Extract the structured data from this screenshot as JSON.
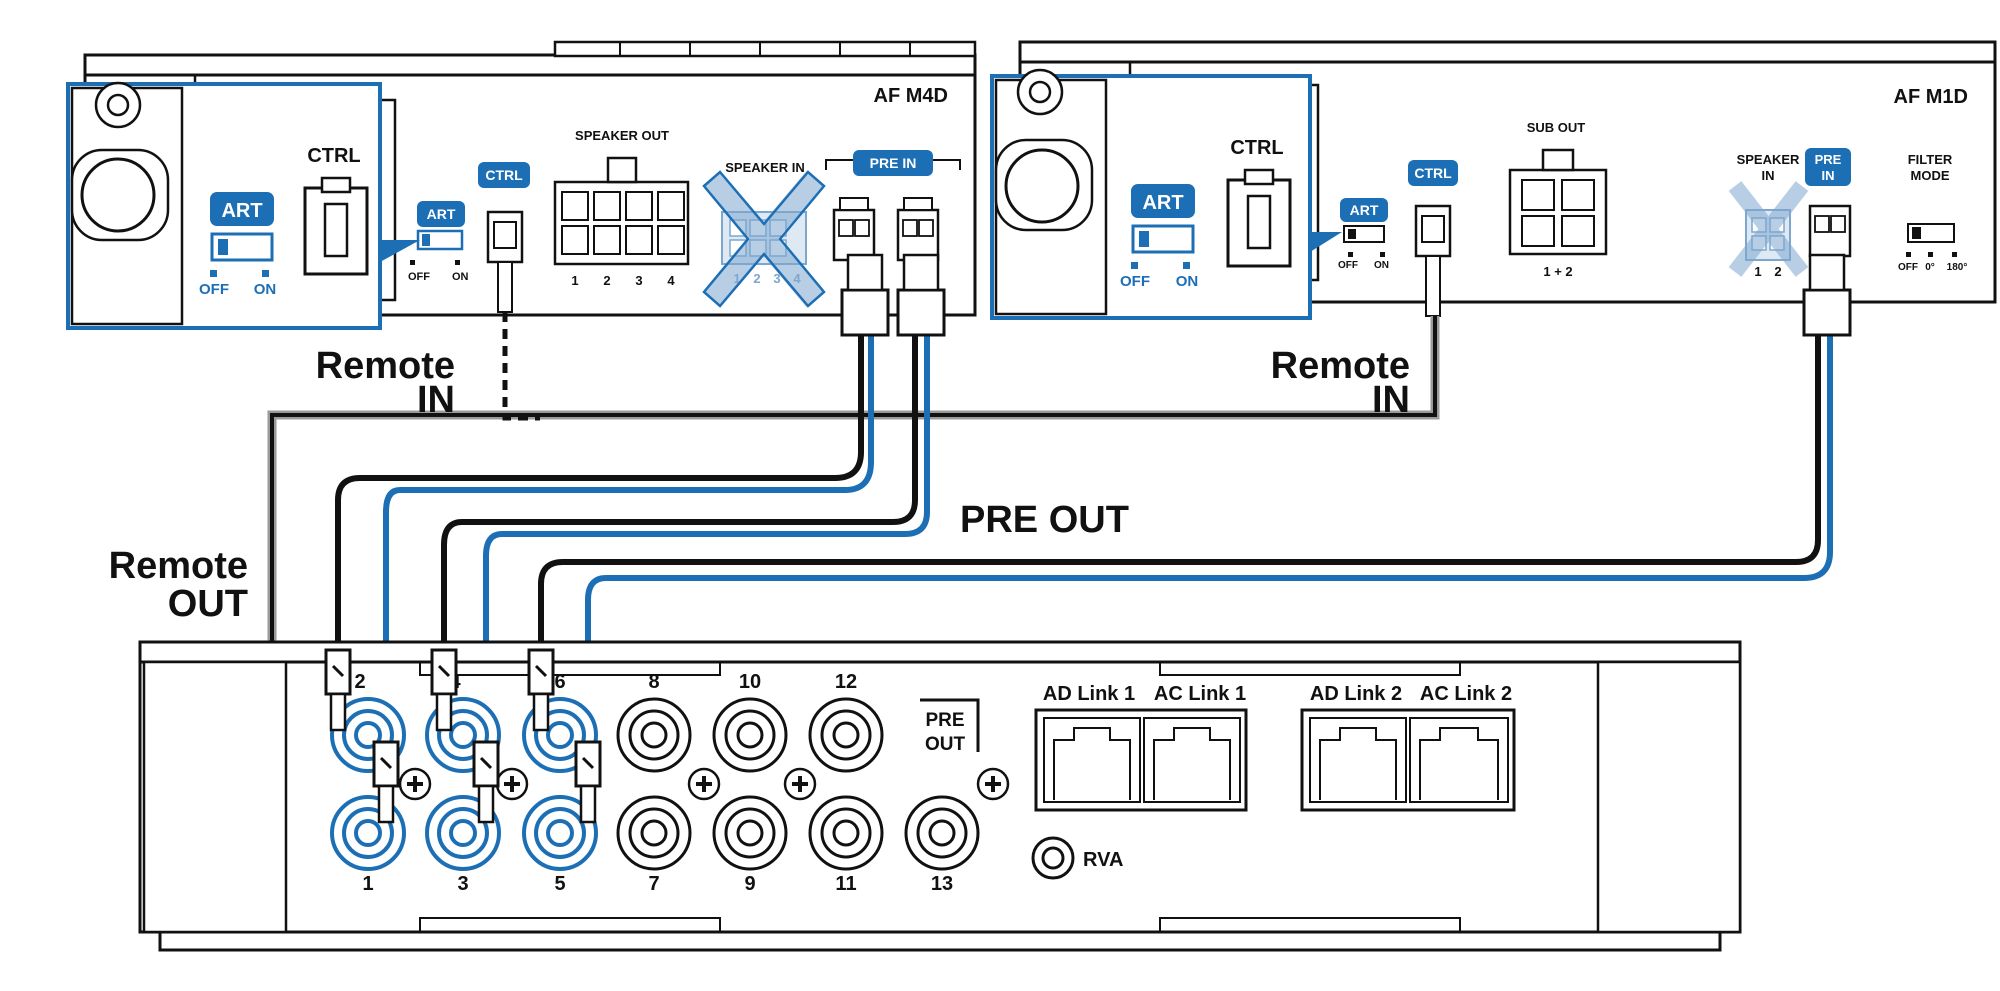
{
  "colors": {
    "accent": "#1d6fb5",
    "accent_light": "#b9d3ea",
    "ink": "#111111",
    "grey": "#9a9a9a"
  },
  "amp_left": {
    "model": "AF M4D",
    "ctrl_label": "CTRL",
    "art_label": "ART",
    "off_label": "OFF",
    "on_label": "ON",
    "speaker_out_label": "SPEAKER OUT",
    "speaker_out_numbers": [
      "1",
      "2",
      "3",
      "4"
    ],
    "speaker_in_label": "SPEAKER IN",
    "speaker_in_numbers": [
      "1",
      "2",
      "3",
      "4"
    ],
    "pre_in_label": "PRE IN"
  },
  "amp_right": {
    "model": "AF M1D",
    "ctrl_label": "CTRL",
    "art_label": "ART",
    "off_label": "OFF",
    "on_label": "ON",
    "sub_out_label": "SUB OUT",
    "sub_out_numbers": "1 + 2",
    "speaker_in_label_1": "SPEAKER",
    "speaker_in_label_2": "IN",
    "speaker_in_numbers": [
      "1",
      "2"
    ],
    "pre_in_label_1": "PRE",
    "pre_in_label_2": "IN",
    "filter_mode_label_1": "FILTER",
    "filter_mode_label_2": "MODE",
    "filter_options": [
      "OFF",
      "0°",
      "180°"
    ]
  },
  "labels": {
    "remote_in_left_1": "Remote",
    "remote_in_left_2": "IN",
    "remote_in_right_1": "Remote",
    "remote_in_right_2": "IN",
    "remote_out_1": "Remote",
    "remote_out_2": "OUT",
    "pre_out": "PRE OUT"
  },
  "processor": {
    "rca_top_numbers": [
      "2",
      "4",
      "6",
      "8",
      "10",
      "12"
    ],
    "rca_bottom_numbers": [
      "1",
      "3",
      "5",
      "7",
      "9",
      "11",
      "13"
    ],
    "pre_out_label_1": "PRE",
    "pre_out_label_2": "OUT",
    "ad_link_1": "AD Link 1",
    "ac_link_1": "AC Link 1",
    "ad_link_2": "AD Link 2",
    "ac_link_2": "AC Link 2",
    "rva_label": "RVA"
  }
}
